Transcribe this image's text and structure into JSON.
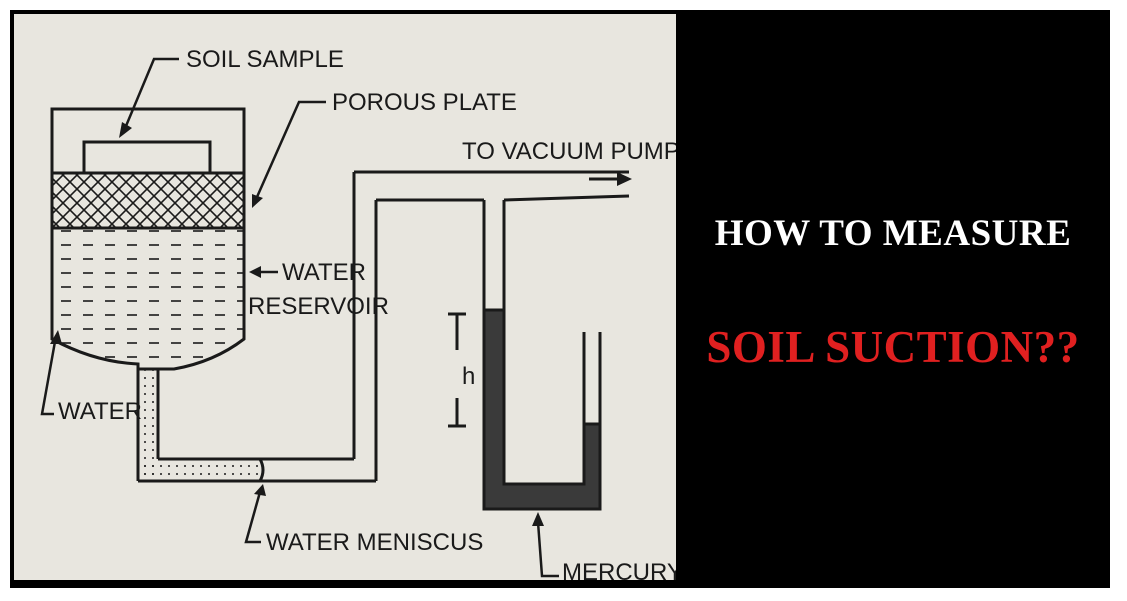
{
  "title": {
    "line1": "HOW TO MEASURE",
    "line2": "SOIL SUCTION??"
  },
  "diagram": {
    "labels": {
      "soil_sample": "SOIL SAMPLE",
      "porous_plate": "POROUS PLATE",
      "to_vacuum_pump": "TO VACUUM PUMP",
      "water_reservoir_line1": "WATER",
      "water_reservoir_line2": "RESERVOIR",
      "water": "WATER",
      "height": "h",
      "water_meniscus": "WATER MENISCUS",
      "mercury": "MERCURY"
    }
  },
  "colors": {
    "frame": "#000000",
    "diagram_background": "#e8e6df",
    "ink": "#1a1a1a",
    "mercury": "#3a3a3a",
    "title_primary": "#ffffff",
    "title_accent": "#e02020"
  }
}
